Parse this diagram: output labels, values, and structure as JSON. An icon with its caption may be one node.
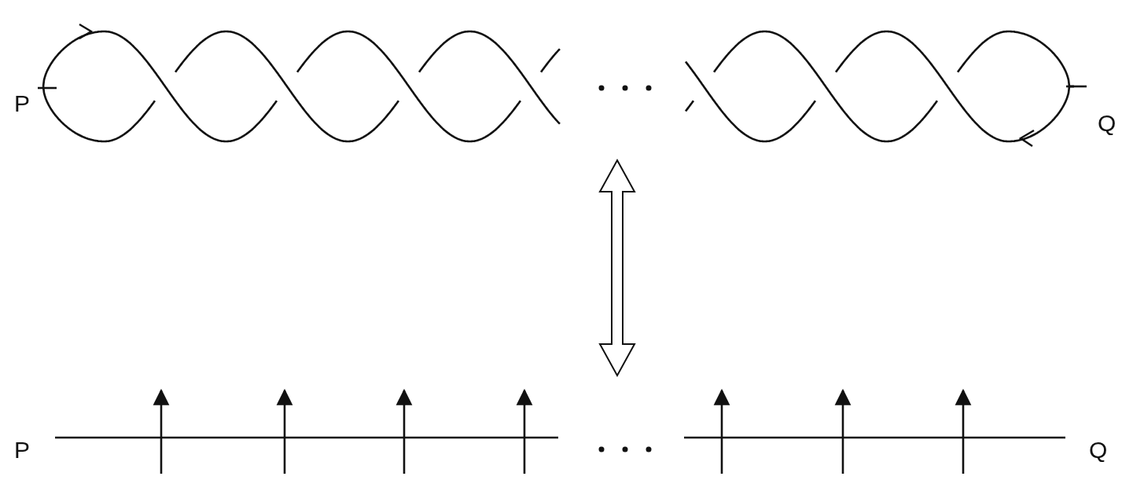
{
  "diagram": {
    "nodes": [
      {
        "text": [],
        "shape": "picture",
        "beside": [
          "P",
          "Q"
        ]
      },
      {
        "text": [],
        "shape": "picture",
        "beside": [
          "P",
          "Q"
        ]
      }
    ],
    "edges": [
      {
        "from": 0,
        "to": 1,
        "arrow": "both"
      }
    ]
  }
}
